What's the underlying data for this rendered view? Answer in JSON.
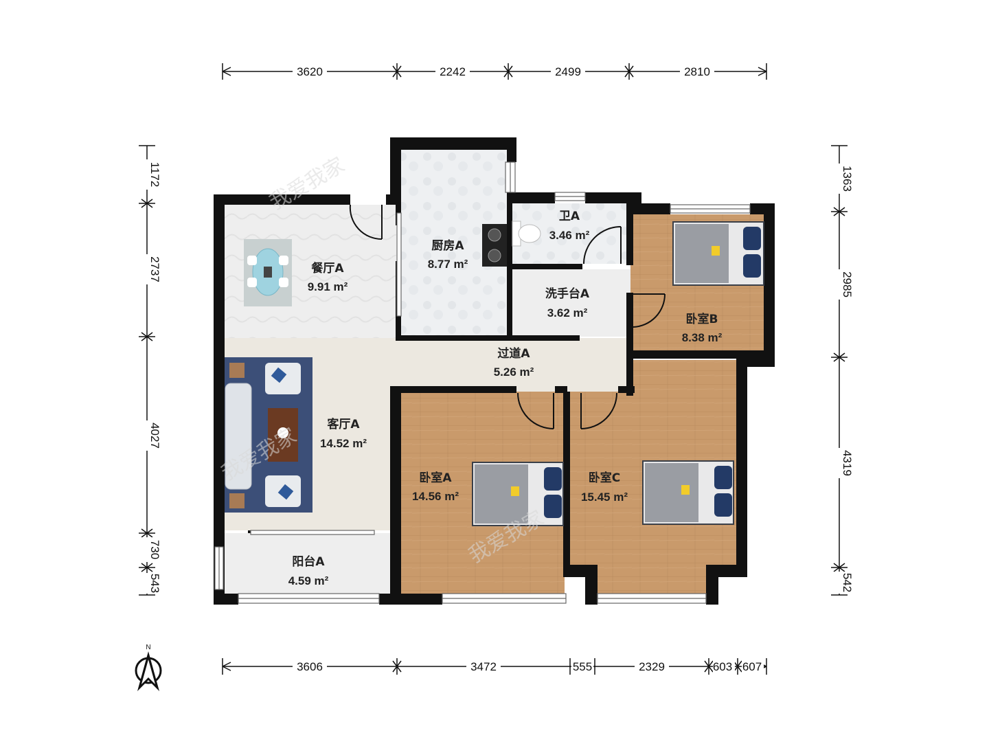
{
  "dimensions": {
    "top": [
      "3620",
      "2242",
      "2499",
      "2810"
    ],
    "bottom": [
      "3606",
      "3472",
      "555",
      "2329",
      "603",
      "607"
    ],
    "left": [
      "1172",
      "2737",
      "4027",
      "730",
      "543"
    ],
    "right": [
      "1363",
      "2985",
      "4319",
      "542"
    ]
  },
  "rooms": {
    "dining": {
      "name": "餐厅A",
      "area": "9.91 m²"
    },
    "kitchen": {
      "name": "厨房A",
      "area": "8.77 m²"
    },
    "bath": {
      "name": "卫A",
      "area": "3.46 m²"
    },
    "washbasin": {
      "name": "洗手台A",
      "area": "3.62 m²"
    },
    "bedroom_b": {
      "name": "卧室B",
      "area": "8.38 m²"
    },
    "hallway": {
      "name": "过道A",
      "area": "5.26 m²"
    },
    "living": {
      "name": "客厅A",
      "area": "14.52 m²"
    },
    "bedroom_a": {
      "name": "卧室A",
      "area": "14.56 m²"
    },
    "bedroom_c": {
      "name": "卧室C",
      "area": "15.45 m²"
    },
    "balcony": {
      "name": "阳台A",
      "area": "4.59 m²"
    }
  },
  "compass": {
    "label": "N"
  },
  "watermark": "我爱我家",
  "colors": {
    "wall": "#111111",
    "wood_floor": "#c99a6b",
    "tile_floor": "#eeeeee",
    "hall_floor": "#ece8e0",
    "rug": "#3c4f78"
  }
}
